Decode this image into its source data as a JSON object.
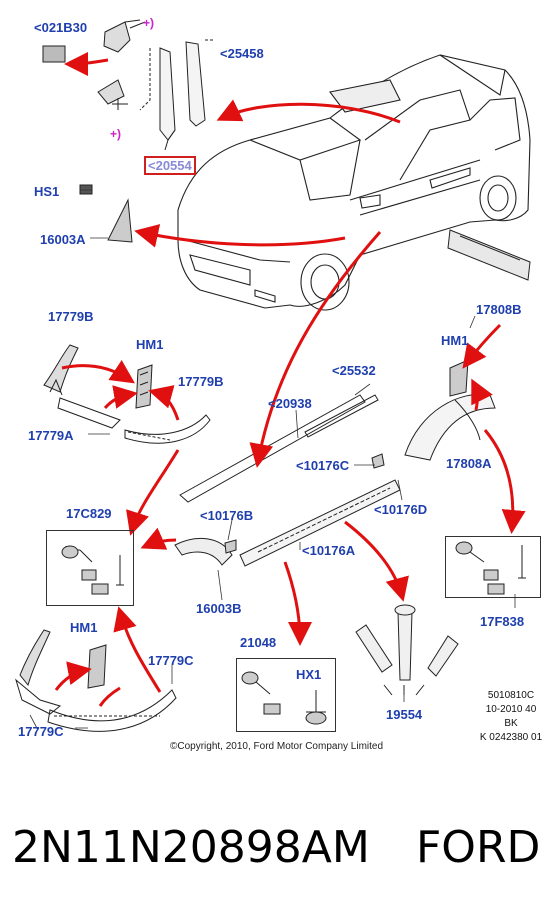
{
  "labels": {
    "p021B30": "<021B30",
    "p25458": "<25458",
    "p20554": "<20554",
    "hs1": "HS1",
    "p16003A": "16003A",
    "p17779B_top": "17779B",
    "hm1_left": "HM1",
    "p17779B_right": "17779B",
    "p17779A": "17779A",
    "p20938": "<20938",
    "p25532": "<25532",
    "p10176C": "<10176C",
    "p10176D": "<10176D",
    "p17808B": "17808B",
    "hm1_right": "HM1",
    "p17808A": "17808A",
    "p17C829": "17C829",
    "p10176B": "<10176B",
    "p10176A": "<10176A",
    "p16003B": "16003B",
    "p21048": "21048",
    "hx1": "HX1",
    "p19554": "19554",
    "hm1_bottom": "HM1",
    "p17779C_right": "17779C",
    "p17779C_left": "17779C",
    "p17F838": "17F838",
    "plus_top": "+)",
    "plus_bottom": "+)"
  },
  "ref": {
    "line1": "5010810C",
    "line2": "10-2010 40",
    "line3": "BK",
    "line4": "K 0242380 01"
  },
  "copyright": "©Copyright, 2010, Ford Motor Company Limited",
  "footer": {
    "part_number": "2N11N20898AM",
    "brand": "FORD"
  },
  "colors": {
    "label_blue": "#1f3fae",
    "arrow_red": "#e01010",
    "highlight_red": "#d11f1f"
  }
}
